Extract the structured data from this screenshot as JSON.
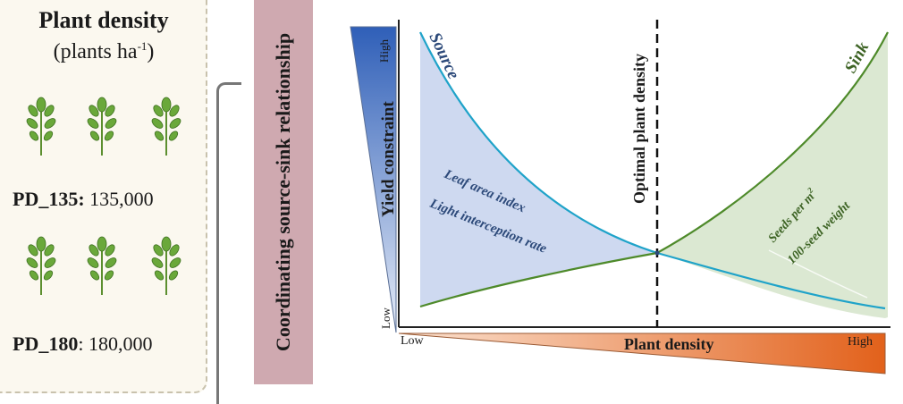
{
  "left_panel": {
    "title": "Plant density",
    "unit_base": "(plants ha",
    "unit_exp": "-1",
    "unit_close": ")",
    "rows": [
      {
        "code": "PD_135",
        "sep": ":",
        "value": "135,000",
        "code_bold": true,
        "value_bold": false
      },
      {
        "code": "PD_180",
        "sep": ":",
        "value": "180,000",
        "code_bold": true,
        "value_bold": false
      }
    ]
  },
  "band": {
    "text": "Coordinating source-sink relationship"
  },
  "diagram": {
    "y_axis": {
      "label": "Yield constraint",
      "high": "High",
      "low": "Low"
    },
    "x_axis": {
      "label": "Plant density",
      "low": "Low",
      "high": "High"
    },
    "curves": {
      "source": {
        "name": "Source",
        "color": "#1fa3c9"
      },
      "sink": {
        "name": "Sink",
        "color": "#4e8a2a"
      }
    },
    "optimal_line_label": "Optimal plant density",
    "source_annotations": [
      "Leaf area index",
      "Light interception rate"
    ],
    "sink_annotations": [
      "Seeds per m",
      "100-seed weight"
    ],
    "sink_annotation_exp": "2",
    "colors": {
      "source_fill": "#c9d5ee",
      "sink_fill": "#d7e6cd",
      "source_text": "#2d4a7a",
      "sink_text": "#3d6324",
      "y_wedge_top": "#2f5fb8",
      "x_wedge_right": "#e2611b"
    }
  }
}
